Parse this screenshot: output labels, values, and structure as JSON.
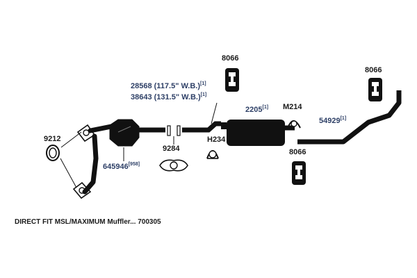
{
  "parts": {
    "p9212": "9212",
    "p645946": "645946",
    "p645946_note": "[958]",
    "p9284": "9284",
    "p28568": "28568 (117.5\" W.B.)",
    "p28568_note": "[1]",
    "p38643": "38643 (131.5\" W.B.)",
    "p38643_note": "[1]",
    "p8066_a": "8066",
    "p8066_b": "8066",
    "p8066_c": "8066",
    "pH234": "H234",
    "p2205": "2205",
    "p2205_note": "[1]",
    "pM214": "M214",
    "p54929": "54929",
    "p54929_note": "[1]"
  },
  "caption": "DIRECT FIT MSL/MAXIMUM Muffler... 700305",
  "colors": {
    "part_fill": "#111111",
    "label_blue": "#2d3f66",
    "label_dark": "#1a1a1a"
  }
}
